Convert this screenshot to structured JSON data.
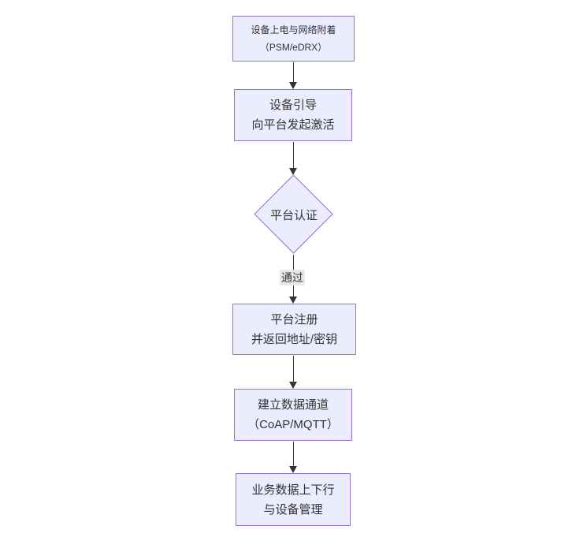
{
  "flowchart": {
    "type": "flowchart-vertical",
    "colors": {
      "node_fill": "#ececff",
      "node_border": "#9370db",
      "edge": "#333333",
      "text": "#333333",
      "label_bg": "#e8e8e8",
      "canvas_bg": "#ffffff"
    },
    "nodes": [
      {
        "id": "power-network-attach",
        "shape": "rect",
        "lines": [
          "设备上电与网络附着",
          "（PSM/eDRX）"
        ]
      },
      {
        "id": "device-bootstrap",
        "shape": "rect",
        "lines": [
          "设备引导",
          "向平台发起激活"
        ]
      },
      {
        "id": "platform-auth",
        "shape": "diamond",
        "lines": [
          "平台认证"
        ]
      },
      {
        "id": "platform-register",
        "shape": "rect",
        "lines": [
          "平台注册",
          "并返回地址/密钥"
        ]
      },
      {
        "id": "data-channel",
        "shape": "rect",
        "lines": [
          "建立数据通道",
          "（CoAP/MQTT）"
        ]
      },
      {
        "id": "business-data",
        "shape": "rect",
        "lines": [
          "业务数据上下行",
          "与设备管理"
        ]
      }
    ],
    "edges": [
      {
        "from": "power-network-attach",
        "to": "device-bootstrap",
        "label": ""
      },
      {
        "from": "device-bootstrap",
        "to": "platform-auth",
        "label": ""
      },
      {
        "from": "platform-auth",
        "to": "platform-register",
        "label": "通过"
      },
      {
        "from": "platform-register",
        "to": "data-channel",
        "label": ""
      },
      {
        "from": "data-channel",
        "to": "business-data",
        "label": ""
      }
    ]
  }
}
